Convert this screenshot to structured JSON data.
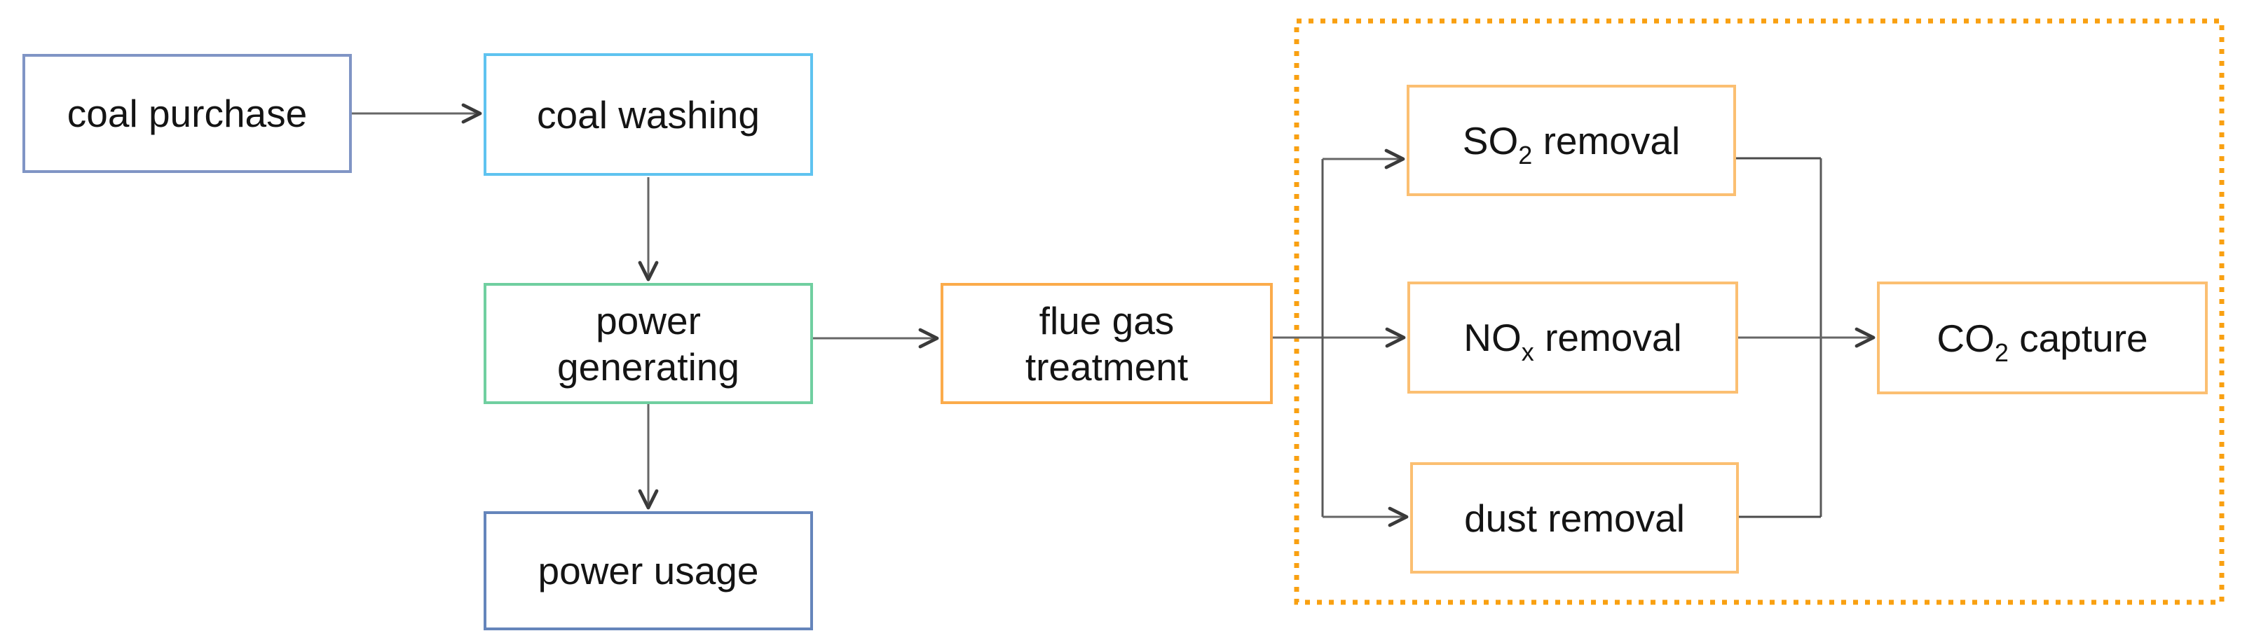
{
  "diagram": {
    "nodes": {
      "coal_purchase": {
        "label": "coal purchase"
      },
      "coal_washing": {
        "label": "coal washing"
      },
      "power_generating": {
        "line1": "power",
        "line2": "generating"
      },
      "power_usage": {
        "label": "power usage"
      },
      "flue_gas_treatment": {
        "line1": "flue gas",
        "line2": "treatment"
      },
      "so2_removal": {
        "base": "SO",
        "sub": "2",
        "rest": " removal"
      },
      "nox_removal": {
        "base": "NO",
        "sub": "x",
        "rest": " removal"
      },
      "dust_removal": {
        "label": "dust removal"
      },
      "co2_capture": {
        "base": "CO",
        "sub": "2",
        "rest": " capture"
      }
    },
    "edges": [
      {
        "from": "coal purchase",
        "to": "coal washing"
      },
      {
        "from": "coal washing",
        "to": "power generating"
      },
      {
        "from": "power generating",
        "to": "power usage"
      },
      {
        "from": "power generating",
        "to": "flue gas treatment"
      },
      {
        "from": "flue gas treatment",
        "to": "SO2 removal"
      },
      {
        "from": "flue gas treatment",
        "to": "NOx removal"
      },
      {
        "from": "flue gas treatment",
        "to": "dust removal"
      },
      {
        "from": "SO2 removal",
        "to": "CO2 capture"
      },
      {
        "from": "NOx removal",
        "to": "CO2 capture"
      },
      {
        "from": "dust removal",
        "to": "CO2 capture"
      }
    ],
    "colors": {
      "coal_purchase_border": "#8095c5",
      "coal_washing_border": "#5fc3f0",
      "power_generating_border": "#70cfa0",
      "power_usage_border": "#6585bb",
      "flue_gas_border": "#fbab4b",
      "removal_capture_border": "#fbbf72",
      "dotted_container_border": "#f9a011",
      "connector_line": "#666666",
      "arrowhead": "#3a3a3a",
      "text": "#141414",
      "background": "#ffffff"
    }
  }
}
